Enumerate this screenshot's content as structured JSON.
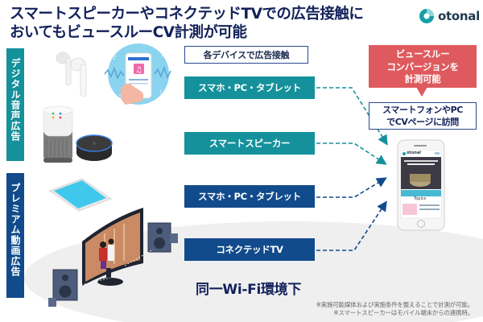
{
  "header": {
    "title_line1": "スマートスピーカーやコネクテッドTVでの広告接触に",
    "title_line2": "おいてもビュースルーCV計測が可能",
    "logo_text": "otonal"
  },
  "categories": [
    {
      "label": "デジタル音声広告",
      "color": "#14919b"
    },
    {
      "label": "プレミアム動画広告",
      "color": "#114b8c"
    }
  ],
  "contact_label": "各デバイスで広告接触",
  "devices": [
    {
      "label": "スマホ・PC・タブレット",
      "category": "digital-audio",
      "color": "#14919b"
    },
    {
      "label": "スマートスピーカー",
      "category": "digital-audio",
      "color": "#14919b"
    },
    {
      "label": "スマホ・PC・タブレット",
      "category": "premium-video",
      "color": "#114b8c"
    },
    {
      "label": "コネクテッドTV",
      "category": "premium-video",
      "color": "#114b8c"
    }
  ],
  "callout": {
    "line1": "ビュースルー",
    "line2": "コンバージョンを",
    "line3": "計測可能",
    "color": "#de5a5e"
  },
  "visit": {
    "line1": "スマートフォンやPC",
    "line2": "でCVページに訪問"
  },
  "wifi_label": "同一Wi-Fi環境下",
  "notes": {
    "line1": "※実施可能媒体および実施条件を整えることで計測が可能。",
    "line2": "※スマートスピーカーはモバイル端末からの連携時。"
  },
  "phone_screen": {
    "logo_text": "otonal",
    "section_heading": "Topics"
  },
  "icons": {
    "earbuds": "earbuds-icon",
    "music_phone": "music-phone-icon",
    "smart_speaker_tall": "smart-speaker-icon",
    "smart_speaker_round": "smart-speaker-dot-icon",
    "tablet": "tablet-icon",
    "tv": "connected-tv-icon",
    "speakers": "speaker-icon",
    "smartphone": "smartphone-icon"
  }
}
